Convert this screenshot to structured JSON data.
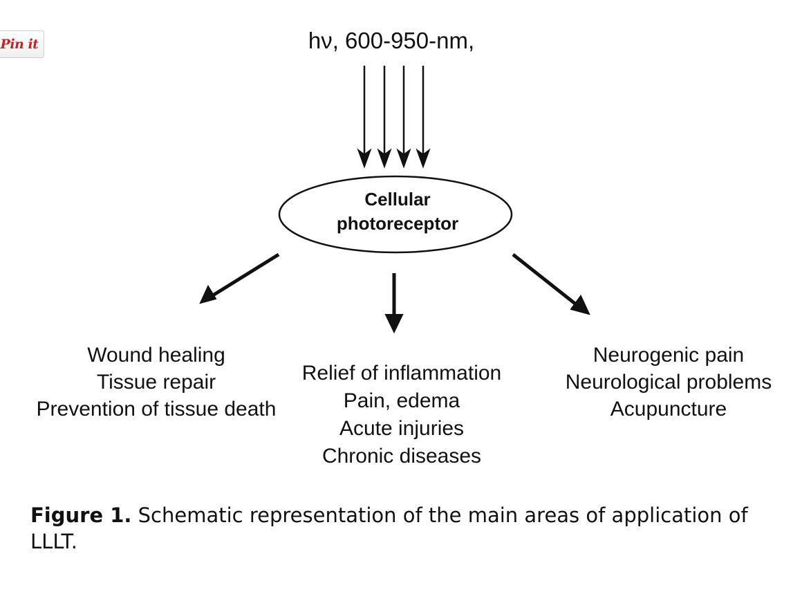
{
  "pin_button": {
    "label": "Pin it",
    "brand_color": "#cb2027"
  },
  "diagram": {
    "source_label": "hν, 600-950-nm,",
    "center_node": {
      "line1": "Cellular",
      "line2": "photoreceptor"
    },
    "outcomes": {
      "left": [
        "Wound healing",
        "Tissue repair",
        "Prevention of tissue death"
      ],
      "middle": [
        "Relief of inflammation",
        "Pain, edema",
        "Acute injuries",
        "Chronic diseases"
      ],
      "right": [
        "Neurogenic pain",
        "Neurological problems",
        "Acupuncture"
      ]
    }
  },
  "caption": {
    "label": "Figure 1.",
    "text": " Schematic representation of the main areas of application of LLLT."
  }
}
